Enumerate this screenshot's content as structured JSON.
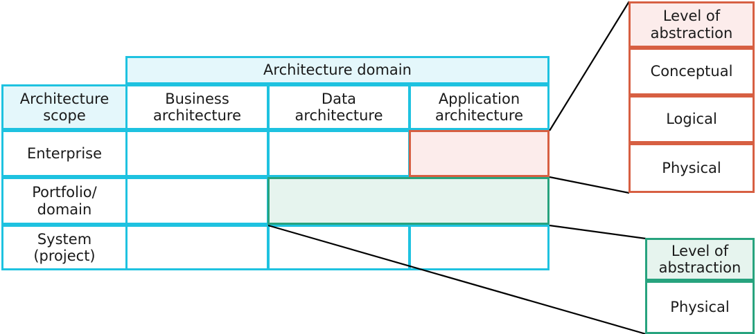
{
  "matrix": {
    "domain_header": "Architecture domain",
    "scope_header": "Architecture\nscope",
    "columns": [
      {
        "label": "Business\narchitecture"
      },
      {
        "label": "Data\narchitecture"
      },
      {
        "label": "Application\narchitecture"
      }
    ],
    "rows": [
      {
        "label": "Enterprise"
      },
      {
        "label": "Portfolio/\ndomain"
      },
      {
        "label": "System\n(project)"
      }
    ]
  },
  "highlights": {
    "enterprise_application": {
      "name": "enterprise-application-cell",
      "color": "#d75f42",
      "fill": "#fceceb"
    },
    "portfolio_data_application": {
      "name": "portfolio-data-application-band",
      "color": "#27a37e",
      "fill": "#e6f4ee"
    }
  },
  "panels": [
    {
      "id": "abstraction-levels-full",
      "header": "Level of\nabstraction",
      "items": [
        "Conceptual",
        "Logical",
        "Physical"
      ],
      "color": "#d75f42",
      "fill": "#fceceb"
    },
    {
      "id": "abstraction-levels-physical",
      "header": "Level of\nabstraction",
      "items": [
        "Physical"
      ],
      "color": "#27a37e",
      "fill": "#e6f4ee"
    }
  ],
  "colors": {
    "cyan": "#1ec2e0",
    "cyan_fill": "#e4f7fb",
    "coral": "#d75f42",
    "coral_fill": "#fceceb",
    "green": "#27a37e",
    "green_fill": "#e6f4ee",
    "connector": "#000000"
  }
}
